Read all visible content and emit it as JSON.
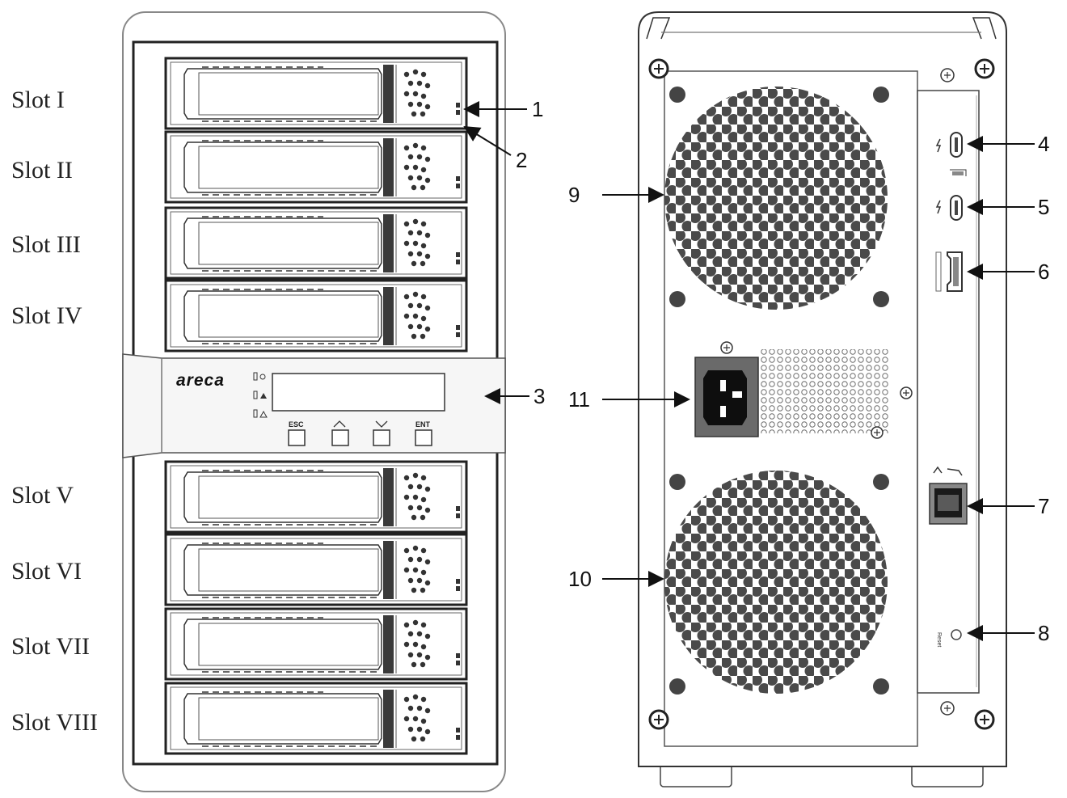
{
  "front": {
    "slots": [
      "Slot I",
      "Slot II",
      "Slot III",
      "Slot IV",
      "Slot V",
      "Slot VI",
      "Slot VII",
      "Slot VIII"
    ],
    "panel": {
      "logo": "areca",
      "buttons": [
        "ESC",
        "",
        "",
        "ENT"
      ],
      "button_icons": [
        "",
        "up-arrow-icon",
        "down-arrow-icon",
        ""
      ]
    }
  },
  "callouts": [
    "1",
    "2",
    "3",
    "4",
    "5",
    "6",
    "7",
    "8",
    "9",
    "10",
    "11"
  ],
  "rear_labels": {
    "reset": "Reset"
  },
  "colors": {
    "ink": "#333333",
    "fill_dark": "#444444",
    "background": "#ffffff"
  }
}
